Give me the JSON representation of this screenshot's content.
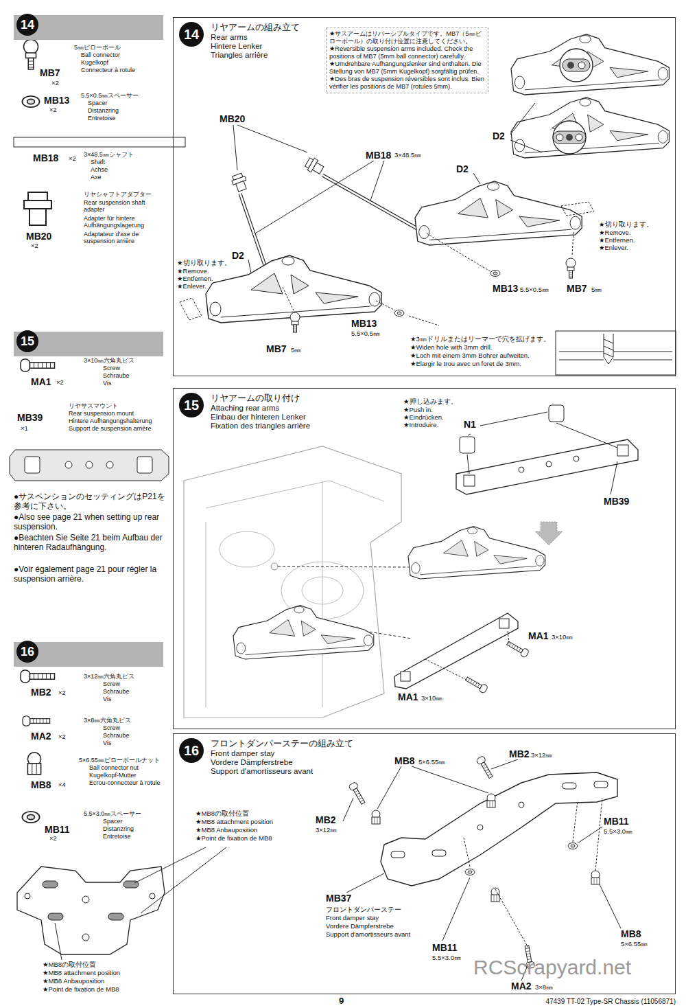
{
  "diagram": {
    "nodes": [
      {
        "text": [
          "14"
        ]
      },
      {
        "text": [
          "14",
          "リヤアームの組み立て",
          "Rear arms",
          "Hintere Lenker",
          "Triangles arrière"
        ]
      },
      {
        "text": [
          "★サスアームはリバーシブルタイプです。MB7（5㎜ピローボール）の取り付け位置に注意してください。",
          "★Reversible suspension arms included. Check the positions of MB7 (5mm ball connector) carefully.",
          "★Umdrehbare Aufhängungslenker sind enthalten. Die Stellung von MB7 (5mm Kugelkopf) sorgfältig prüfen.",
          "★Des bras de suspension réversibles sont inclus. Bien vérifier les positions de MB7 (rotules 5mm)."
        ],
        "in": 1
      },
      {
        "text": [
          "15"
        ]
      },
      {
        "text": [
          "15",
          "リヤアームの取り付け",
          "Attaching rear arms",
          "Einbau der hinteren Lenker",
          "Fixation des triangles arrière"
        ]
      },
      {
        "text": [
          "16"
        ]
      },
      {
        "text": [
          "16",
          "フロントダンパーステーの組み立て",
          "Front damper stay",
          "Vordere Dämpferstrebe",
          "Support d'amortisseurs avant"
        ]
      }
    ],
    "labels": [
      "MB7",
      "×2",
      "5㎜ピローボール",
      "Ball connector",
      "Kugelkopf",
      "Connecteur à rotule",
      "MB13",
      "×2",
      "5.5×0.5㎜スペーサー",
      "Spacer",
      "Distanzring",
      "Entretoise",
      "MB18",
      "×2",
      "3×48.5㎜シャフト",
      "Shaft",
      "Achse",
      "Axe",
      "MB20",
      "×2",
      "リヤシャフトアダプター",
      "Rear suspension shaft adapter",
      "Adapter für hintere Aufhängungslagerung",
      "Adaptateur d'axe de suspension arrière",
      "MA1",
      "×2",
      "3×10㎜六角丸ビス",
      "Screw",
      "Schraube",
      "Vis",
      "MB39",
      "×1",
      "リヤサスマウント",
      "Rear suspension mount",
      "Hintere Aufhängungshalterung",
      "Support de suspension arrière",
      "●サスペンションのセッティングはP21を参考に下さい。",
      "●Also see page 21 when setting up rear suspension.",
      "●Beachten Sie Seite 21 beim Aufbau der hinteren Radaufhängung.",
      "●Voir également page 21 pour régler la suspension arrière.",
      "MB2",
      "×2",
      "3×12㎜六角丸ビス",
      "Screw",
      "Schraube",
      "Vis",
      "MA2",
      "×2",
      "3×8㎜六角丸ビス",
      "Screw",
      "Schraube",
      "Vis",
      "MB8",
      "×4",
      "5×6.55㎜ピローボールナット",
      "Ball connector nut",
      "Kugelkopf-Mutter",
      "Ecrou-connecteur à rotule",
      "MB11",
      "×2",
      "5.5×3.0㎜スペーサー",
      "Spacer",
      "Distanzring",
      "Entretoise",
      "★MB8の取付位置",
      "★MB8 attachment position",
      "★MB8 Anbauposition",
      "★Point de fixation de MB8",
      "★MB8の取付位置",
      "★MB8 attachment position",
      "★MB8 Anbauposition",
      "★Point de fixation de MB8",
      "MB20",
      "MB18",
      "3×48.5㎜",
      "D2",
      "D2",
      "D2",
      "★切り取ります。",
      "★Remove.",
      "★Entfernen.",
      "★Enlever.",
      "★切り取ります。",
      "★Remove.",
      "★Entfernen.",
      "★Enlever.",
      "MB7",
      "5㎜",
      "MB13",
      "5.5×0.5㎜",
      "MB13",
      "5.5×0.5㎜",
      "MB7",
      "5㎜",
      "★3㎜ドリルまたはリーマーで穴を拡げます。",
      "★Widen hole with 3mm drill.",
      "★Loch mit einem 3mm Bohrer aufweiten.",
      "★Elargir le trou avec un foret de 3mm.",
      "★押し込みます。",
      "★Push in.",
      "★Eindrücken.",
      "★Introduire.",
      "N1",
      "MB39",
      "MA1",
      "3×10㎜",
      "MA1",
      "3×10㎜",
      "MB8",
      "5×6.55㎜",
      "MB2",
      "3×12㎜",
      "MB2",
      "3×12㎜",
      "MB11",
      "5.5×3.0㎜",
      "MB37",
      "フロントダンパーステー",
      "Front damper stay",
      "Vordere Dämpferstrebe",
      "Support d'amortisseurs avant",
      "MB11",
      "5.5×3.0㎜",
      "MB8",
      "5×6.55㎜",
      "MA2",
      "3×8㎜",
      "9",
      "47439 TT-02 Type-SR Chassis (11056871)",
      "RCScrapyard.net"
    ]
  }
}
